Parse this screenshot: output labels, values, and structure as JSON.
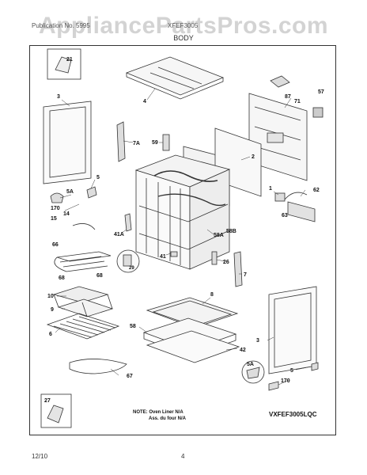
{
  "watermark": "AppliancePartsPros.com",
  "header": {
    "left": "Publication No. 5995",
    "right": "XFEF3005",
    "section": "BODY"
  },
  "labels": {
    "l21": "21",
    "l4": "4",
    "l87": "87",
    "l71": "71",
    "l57": "57",
    "l3a": "3",
    "l7A": "7A",
    "l59": "59",
    "l2": "2",
    "l5a": "5",
    "l5A": "5A",
    "l170a": "170",
    "l14": "14",
    "l15": "15",
    "l1": "1",
    "l62": "62",
    "l63": "63",
    "l41A": "41A",
    "l58A": "58A",
    "l58B": "58B",
    "l66": "66",
    "l41": "41",
    "l26": "26",
    "l29": "29",
    "l68a": "68",
    "l68b": "68",
    "l7": "7",
    "l10": "10",
    "l8": "8",
    "l9": "9",
    "l6": "6",
    "l58": "58",
    "l3b": "3",
    "l42": "42",
    "l67": "67",
    "l5Ab": "5A",
    "l5b": "5",
    "l170b": "170",
    "l27": "27"
  },
  "note": {
    "line1": "NOTE: Oven Liner N/A",
    "line2": "Ass. du four N/A"
  },
  "model": "VXFEF3005LQC",
  "footer": {
    "date": "12/10",
    "page": "4"
  }
}
